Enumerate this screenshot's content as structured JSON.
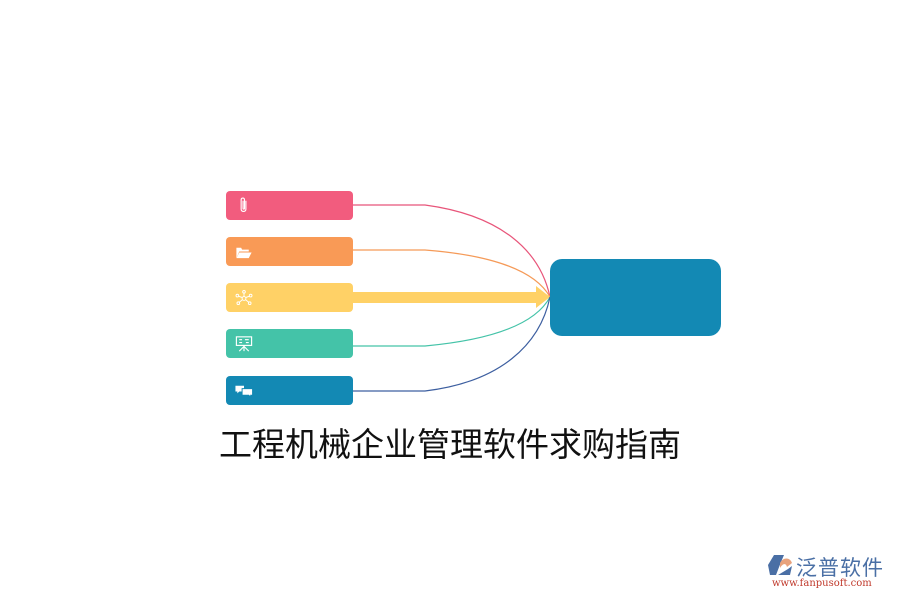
{
  "diagram": {
    "title": "工程机械企业管理软件求购指南",
    "center_node": {
      "color": "#1389b4",
      "label": ""
    },
    "branches": [
      {
        "icon": "paperclip-icon",
        "color": "#f25c7e",
        "line_color": "#e8557a",
        "label": ""
      },
      {
        "icon": "folder-open-icon",
        "color": "#f99a56",
        "line_color": "#f59a58",
        "label": ""
      },
      {
        "icon": "network-icon",
        "color": "#ffd166",
        "line_color": "#ffd166",
        "label": "",
        "highlighted": true
      },
      {
        "icon": "presentation-board-icon",
        "color": "#44c3a8",
        "line_color": "#44c3a8",
        "label": ""
      },
      {
        "icon": "chat-bubbles-icon",
        "color": "#1389b4",
        "line_color": "#3d5fa0",
        "label": ""
      }
    ]
  },
  "watermark": {
    "brand": "泛普软件",
    "url": "www.fanpusoft.com"
  }
}
